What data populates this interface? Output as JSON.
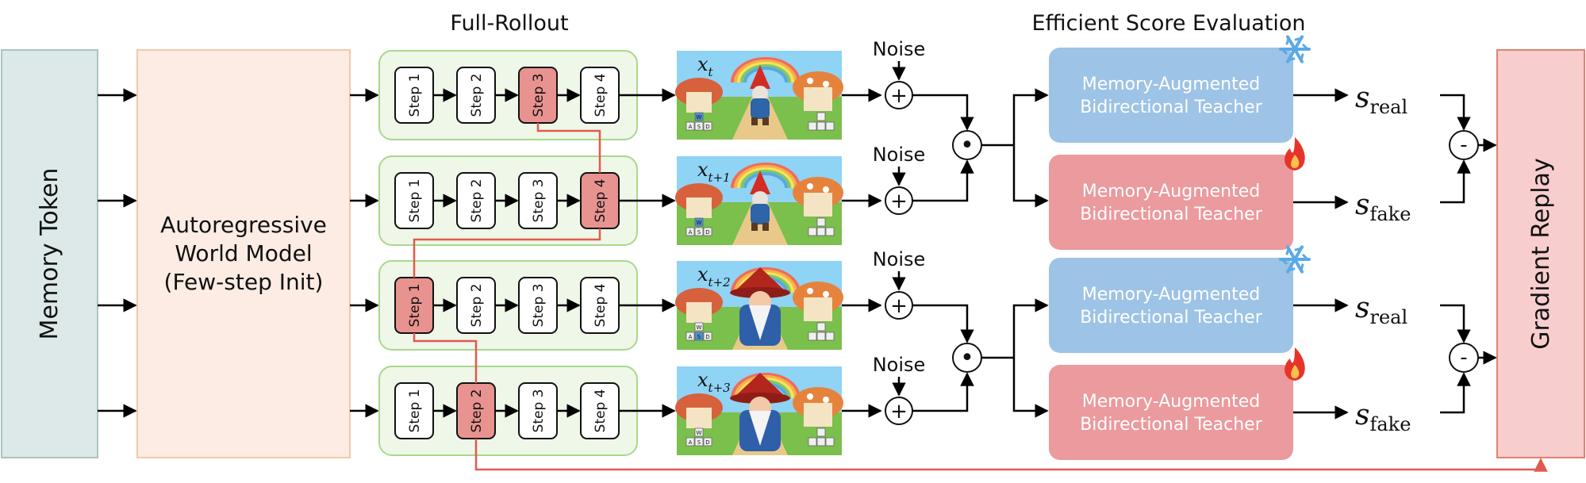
{
  "titles": {
    "full_rollout": "Full-Rollout",
    "score_eval": "Efficient Score Evaluation"
  },
  "memory_token": "Memory Token",
  "world_model": [
    "Autoregressive",
    "World Model",
    "(Few-step Init)"
  ],
  "gradient_replay": "Gradient Replay",
  "rollout_rows": [
    {
      "steps": [
        "Step 1",
        "Step 2",
        "Step 3",
        "Step 4"
      ],
      "highlight": 3
    },
    {
      "steps": [
        "Step 1",
        "Step 2",
        "Step 3",
        "Step 4"
      ],
      "highlight": 4
    },
    {
      "steps": [
        "Step 1",
        "Step 2",
        "Step 3",
        "Step 4"
      ],
      "highlight": 1
    },
    {
      "steps": [
        "Step 1",
        "Step 2",
        "Step 3",
        "Step 4"
      ],
      "highlight": 2
    }
  ],
  "frames": [
    {
      "base": "x",
      "sub": "t",
      "character": "gnome-back"
    },
    {
      "base": "x",
      "sub": "t+1",
      "character": "gnome-back"
    },
    {
      "base": "x",
      "sub": "t+2",
      "character": "wizard"
    },
    {
      "base": "x",
      "sub": "t+3",
      "character": "wizard"
    }
  ],
  "frame_keys": [
    "W",
    "A",
    "S",
    "D"
  ],
  "noise_label": "Noise",
  "plus_symbol": "+",
  "dot_symbol": "•",
  "minus_symbol": "-",
  "teachers": [
    {
      "lines": [
        "Memory-Augmented",
        "Bidirectional Teacher"
      ],
      "kind": "real",
      "icon": "snowflake-icon",
      "color": "#9dc3e6"
    },
    {
      "lines": [
        "Memory-Augmented",
        "Bidirectional Teacher"
      ],
      "kind": "fake",
      "icon": "flame-icon",
      "color": "#eb9a9d"
    },
    {
      "lines": [
        "Memory-Augmented",
        "Bidirectional Teacher"
      ],
      "kind": "real",
      "icon": "snowflake-icon",
      "color": "#9dc3e6"
    },
    {
      "lines": [
        "Memory-Augmented",
        "Bidirectional Teacher"
      ],
      "kind": "fake",
      "icon": "flame-icon",
      "color": "#eb9a9d"
    }
  ],
  "scores": [
    {
      "base": "s",
      "sub": "real"
    },
    {
      "base": "s",
      "sub": "fake"
    },
    {
      "base": "s",
      "sub": "real"
    },
    {
      "base": "s",
      "sub": "fake"
    }
  ],
  "colors": {
    "memory_fill": "#dce9e8",
    "memory_stroke": "#a8c5c2",
    "world_fill": "#fcece3",
    "world_stroke": "#f3c8aa",
    "rollout_fill": "#eef7e8",
    "rollout_stroke": "#a9d88c",
    "step_highlight": "#e8938f",
    "gradient_fill": "#f7cdcd",
    "gradient_stroke": "#e0826e",
    "trace": "#e15a4f"
  }
}
